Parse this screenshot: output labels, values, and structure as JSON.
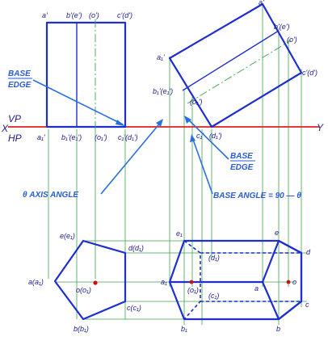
{
  "colors": {
    "object": "#1e2fd0",
    "projector": "#3fa34d",
    "xy_line": "#e02020",
    "centre_point": "#d01010",
    "callout": "#2a5ad8",
    "text": "#1a1a8c"
  },
  "axis": {
    "x_label": "X",
    "y_label": "Y",
    "vp_label": "VP",
    "hp_label": "HP"
  },
  "callouts": {
    "base_edge_left": [
      "BASE",
      "EDGE"
    ],
    "base_edge_right": [
      "BASE",
      "EDGE"
    ],
    "axis_angle": "θ AXIS ANGLE",
    "base_angle": "BASE ANGLE = 90 — θ"
  },
  "front_view_initial": {
    "top": [
      "a'",
      "b'(e')",
      "(o')",
      "c'(d')"
    ],
    "bottom": [
      "a₁'",
      "b₁'(e₁')",
      "(o₁')",
      "c₁'(d₁')"
    ]
  },
  "front_view_tilted": {
    "a_prime": "a'",
    "b_prime_e_prime": "b'(e')",
    "o_prime": "(o')",
    "c_prime_d_prime": "c'(d')",
    "a1_prime": "a₁'",
    "b1_prime_e1_prime": "b₁'(e₁')",
    "o1_prime": "(o₁')",
    "c1": "c₁'",
    "d1": "(d₁')"
  },
  "top_view_initial": {
    "e_e1": "e(e₁)",
    "d_d1": "d(d₁)",
    "a_a1": "a(a₁)",
    "o_o1": "o(o₁)",
    "c_c1": "c(c₁)",
    "b_b1": "b(b₁)"
  },
  "top_view_final": {
    "e1": "e₁",
    "e": "e",
    "d1": "(d₁)",
    "d": "d",
    "a1": "a₁",
    "o1": "(o₁)",
    "a": "a",
    "o": "o",
    "c1": "(c₁)",
    "c": "c",
    "b1": "b₁",
    "b": "b"
  }
}
